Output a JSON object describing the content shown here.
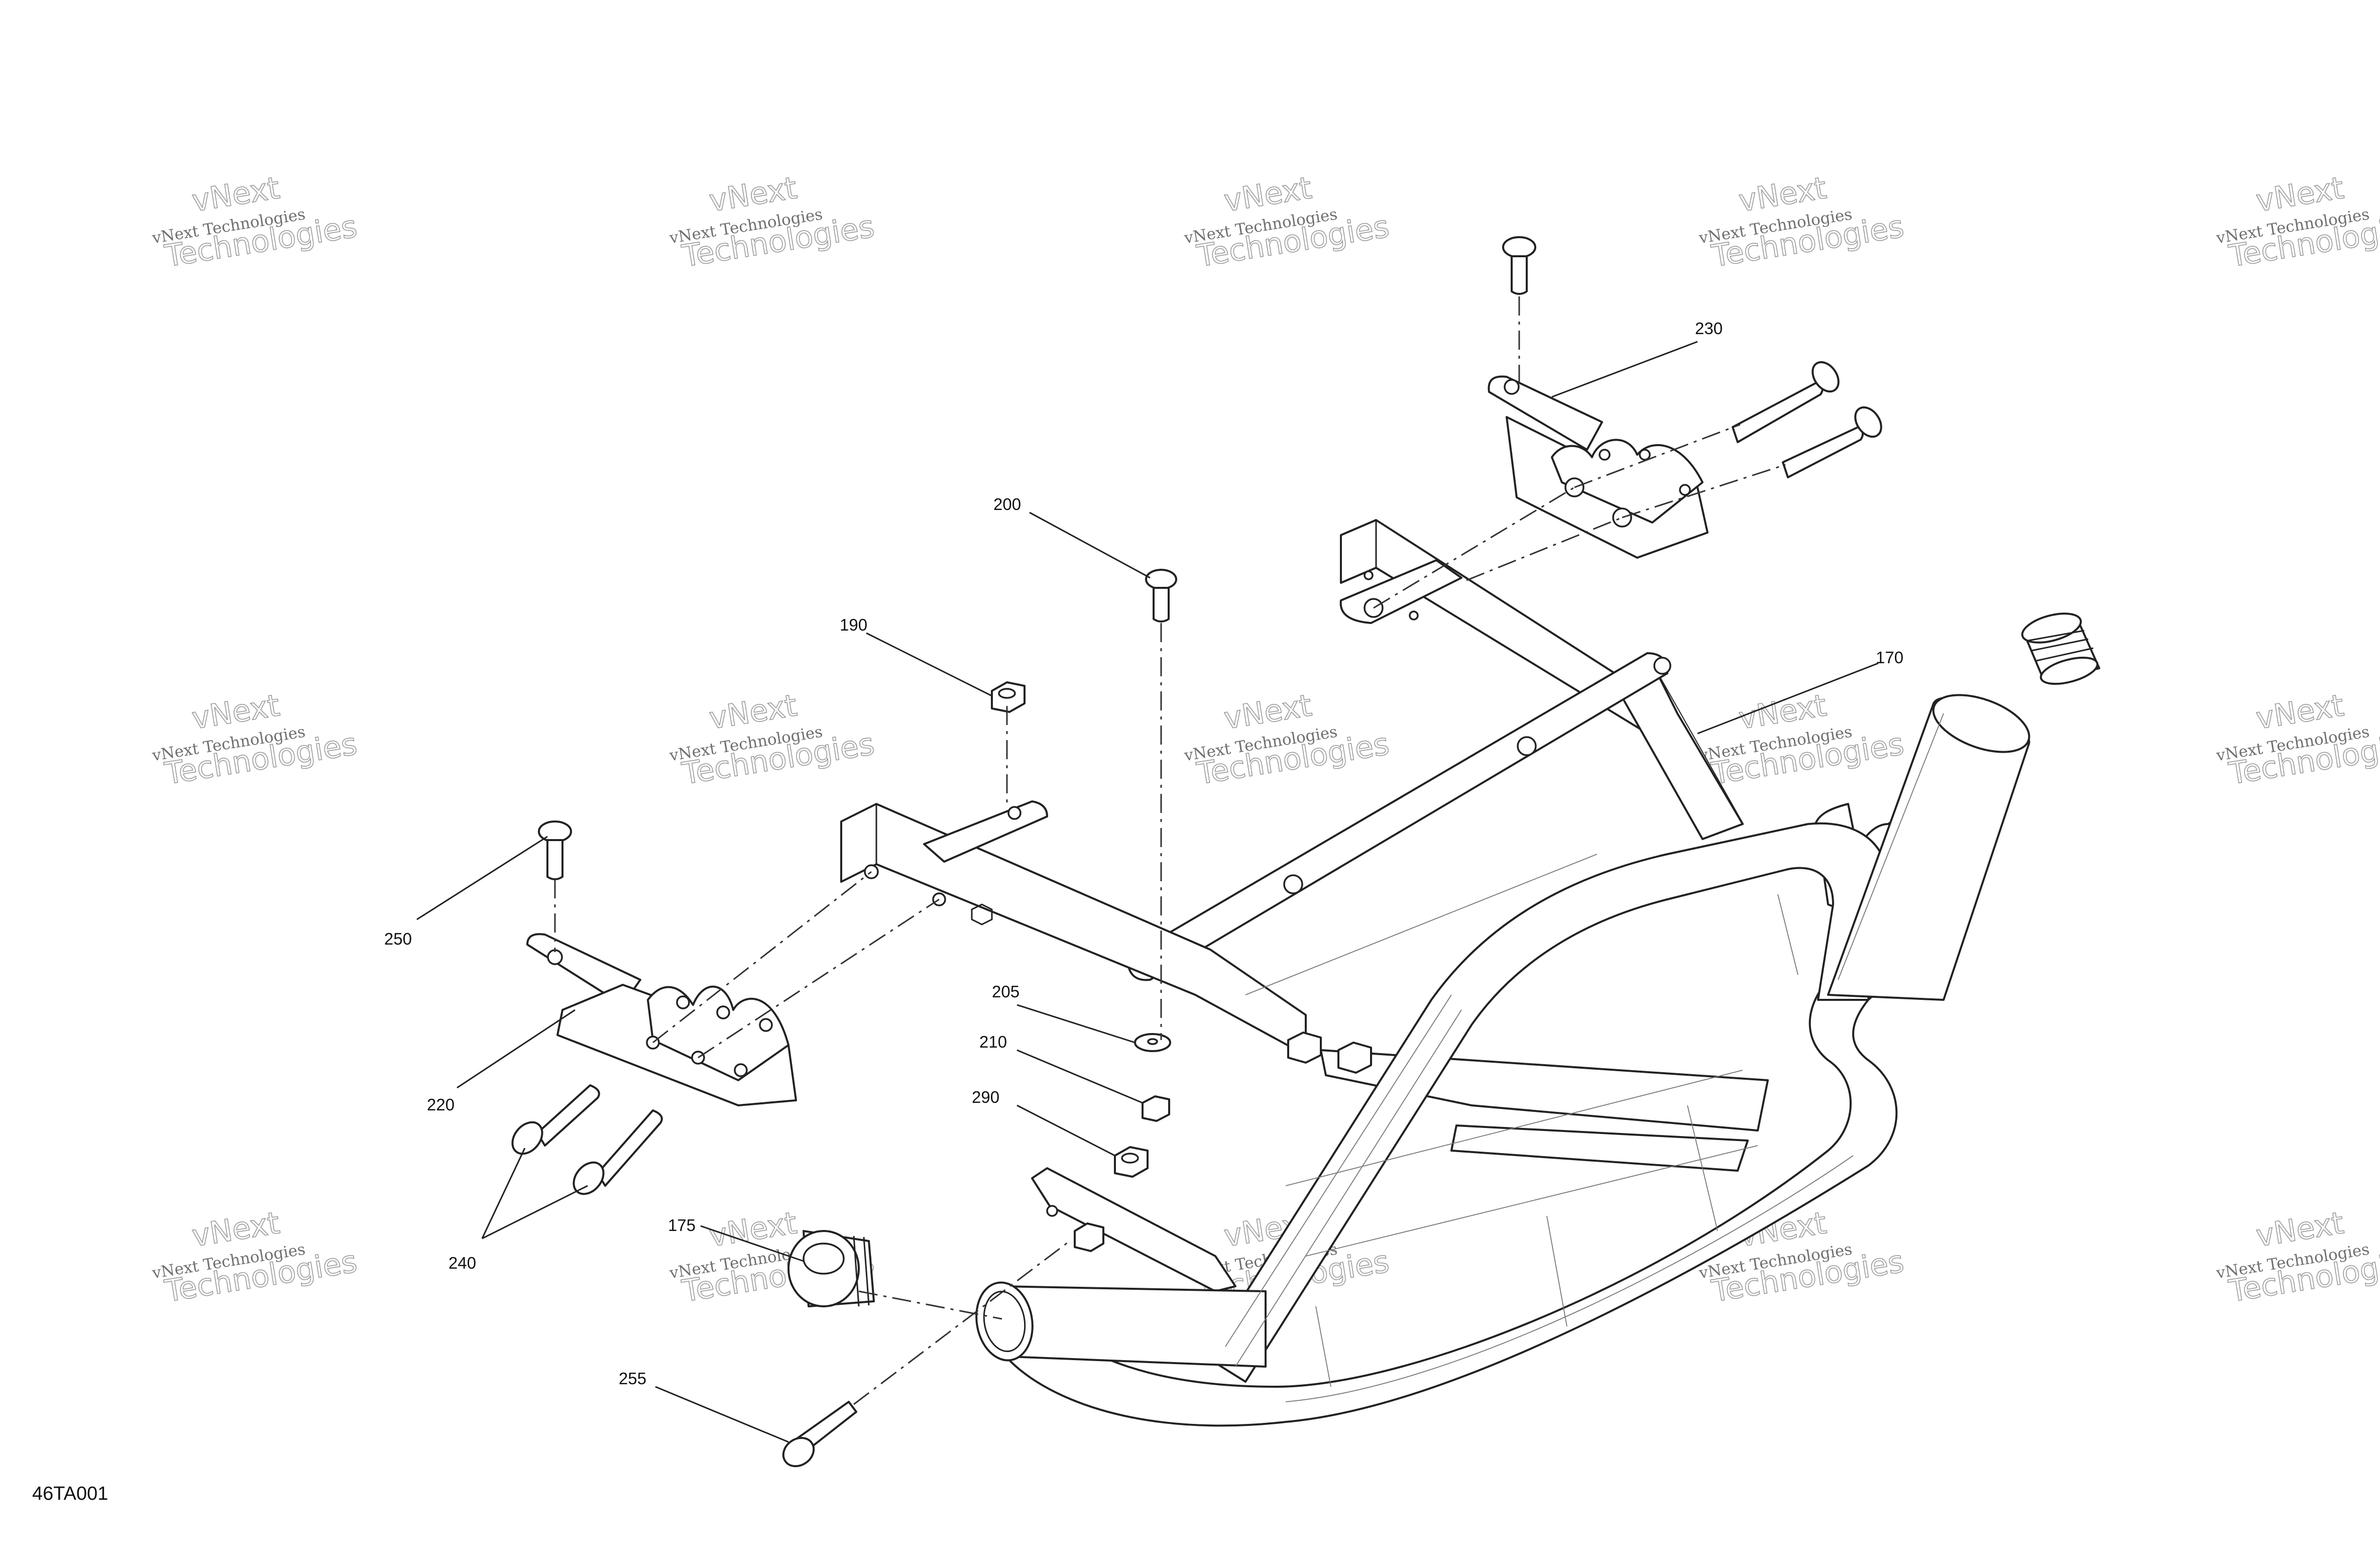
{
  "diagram": {
    "figure_id": "46TA001",
    "watermark": {
      "line1": "vNext Technologies",
      "line2": "vNext",
      "line3": "Technologies"
    },
    "callouts": [
      {
        "id": "c170",
        "label": "170"
      },
      {
        "id": "c175",
        "label": "175"
      },
      {
        "id": "c190",
        "label": "190"
      },
      {
        "id": "c200",
        "label": "200"
      },
      {
        "id": "c205",
        "label": "205"
      },
      {
        "id": "c210",
        "label": "210"
      },
      {
        "id": "c220",
        "label": "220"
      },
      {
        "id": "c230",
        "label": "230"
      },
      {
        "id": "c240",
        "label": "240"
      },
      {
        "id": "c250",
        "label": "250"
      },
      {
        "id": "c255",
        "label": "255"
      },
      {
        "id": "c290",
        "label": "290"
      }
    ]
  }
}
